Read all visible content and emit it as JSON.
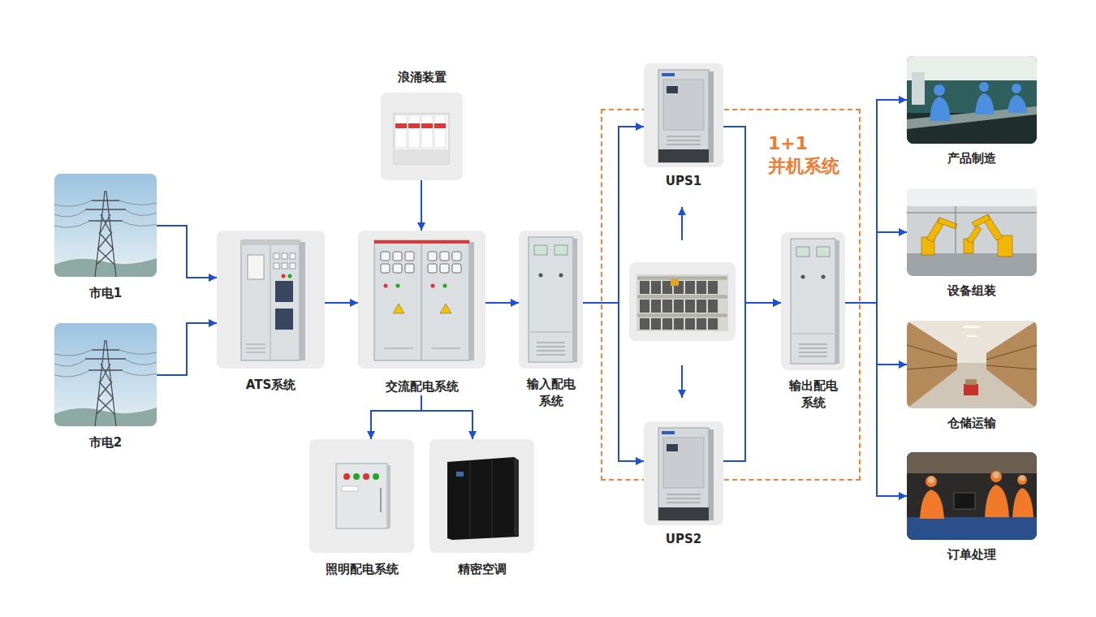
{
  "diagram": {
    "nodes": [
      {
        "text": [
          "市电1"
        ]
      },
      {
        "text": [
          "市电2"
        ]
      },
      {
        "text": [
          "ATS系统"
        ]
      },
      {
        "text": [
          "浪涌装置"
        ]
      },
      {
        "text": [
          "交流配电系统"
        ]
      },
      {
        "text": [
          "照明配电系统"
        ]
      },
      {
        "text": [
          "精密空调"
        ]
      },
      {
        "text": [
          "输入配电 系统"
        ]
      },
      {
        "text": [
          "1+1 并机系统"
        ]
      },
      {
        "text": [
          "UPS1"
        ],
        "in": 8
      },
      {
        "text": [
          "UPS2"
        ],
        "in": 8
      },
      {
        "text": [
          "输出配电 系统"
        ],
        "in": 8
      },
      {
        "text": [
          "产品制造"
        ]
      },
      {
        "text": [
          "设备组装"
        ]
      },
      {
        "text": [
          "仓储运输"
        ]
      },
      {
        "text": [
          "订单处理"
        ]
      }
    ],
    "edges": [
      {
        "from": 0,
        "to": 2,
        "arrow": "to"
      },
      {
        "from": 1,
        "to": 2,
        "arrow": "to"
      },
      {
        "from": 3,
        "to": 4,
        "arrow": "to"
      },
      {
        "from": 2,
        "to": 4,
        "arrow": "to"
      },
      {
        "from": 4,
        "to": 5,
        "arrow": "to"
      },
      {
        "from": 4,
        "to": 6,
        "arrow": "to"
      },
      {
        "from": 4,
        "to": 7,
        "arrow": "to"
      },
      {
        "from": 7,
        "to": 9,
        "arrow": "to"
      },
      {
        "from": 7,
        "to": 10,
        "arrow": "to"
      },
      {
        "from": 9,
        "to": 11,
        "arrow": "to"
      },
      {
        "from": 10,
        "to": 11,
        "arrow": "to"
      },
      {
        "from": 11,
        "to": 12,
        "arrow": "to"
      },
      {
        "from": 11,
        "to": 13,
        "arrow": "to"
      },
      {
        "from": 11,
        "to": 14,
        "arrow": "to"
      },
      {
        "from": 11,
        "to": 15,
        "arrow": "to"
      }
    ]
  }
}
